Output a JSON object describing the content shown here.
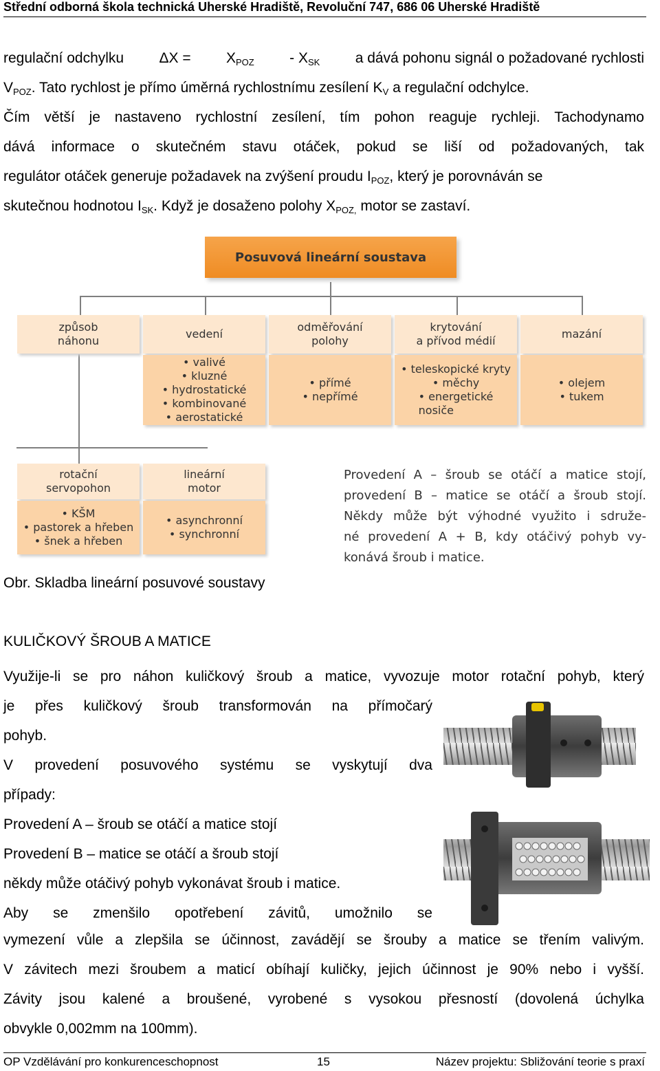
{
  "header": "Střední odborná škola technická Uherské Hradiště, Revoluční 747, 686 06 Uherské Hradiště",
  "intro": {
    "l1a": "regulační odchylku",
    "l1b": "ΔX =",
    "l1c": "X",
    "l1d": "POZ",
    "l1e": "- X",
    "l1f": "SK",
    "l1g": "a dává pohonu signál o požadované rychlosti",
    "l2a": "V",
    "l2b": "POZ",
    "l2c": ". Tato rychlost je přímo úměrná rychlostnímu zesílení K",
    "l2d": "V",
    "l2e": " a regulační odchylce.",
    "l3": "Čím větší je nastaveno rychlostní zesílení, tím pohon reaguje rychleji. Tachodynamo",
    "l4": "dává informace o skutečném stavu otáček, pokud se liší od požadovaných, tak",
    "l5a": "regulátor otáček generuje požadavek na zvýšení proudu I",
    "l5b": "POZ",
    "l5c": ", který je porovnáván se",
    "l6a": "skutečnou hodnotou I",
    "l6b": "SK",
    "l6c": ". Když je dosaženo polohy X",
    "l6d": "POZ,",
    "l6e": " motor se zastaví."
  },
  "diagram": {
    "title": "Posuvová lineární soustava",
    "cols": [
      {
        "head": "způsob\nnáhonu",
        "items": []
      },
      {
        "head": "vedení",
        "items": [
          "valivé",
          "kluzné",
          "hydrostatické",
          "kombinované",
          "aerostatické"
        ]
      },
      {
        "head": "odměřování\npolohy",
        "items": [
          "přímé",
          "nepřímé"
        ]
      },
      {
        "head": "krytování\na přívod médií",
        "items": [
          "teleskopické kryty",
          "měchy",
          "energetické\nnosiče"
        ]
      },
      {
        "head": "mazání",
        "items": [
          "olejem",
          "tukem"
        ]
      }
    ],
    "drive": [
      {
        "head": "rotační\nservopohon",
        "items": [
          "KŠM",
          "pastorek a hřeben",
          "šnek a hřeben"
        ]
      },
      {
        "head": "lineární\nmotor",
        "items": [
          "asynchronní",
          "synchronní"
        ]
      }
    ],
    "note": [
      "Provedení A – šroub se otáčí a matice stojí,",
      "provedení B – matice se otáčí a šroub stojí.",
      "Někdy může být výhodné využito i sdruže-",
      "né provedení A + B, kdy otáčivý pohyb vy-",
      "konává šroub i matice."
    ]
  },
  "caption": "Obr. Skladba lineární posuvové soustavy",
  "heading": "KULIČKOVÝ ŠROUB A MATICE",
  "body": {
    "p1": "Využije-li se pro náhon kuličkový šroub a matice, vyvozuje motor rotační pohyb, který",
    "p2": "je přes kuličkový šroub transformován na přímočarý",
    "p3": "pohyb.",
    "p4": "V provedení posuvového systému se vyskytují dva",
    "p5": "případy:",
    "p6": "Provedení A – šroub se otáčí a matice stojí",
    "p7": "Provedení B – matice se otáčí a šroub stojí",
    "p8": "někdy může otáčivý pohyb vykonávat šroub i matice.",
    "p9": "Aby se zmenšilo opotřebení závitů, umožnilo se",
    "p10": "vymezení vůle a zlepšila se účinnost, zavádějí se šrouby a matice se třením valivým.",
    "p11": "V závitech mezi šroubem a maticí obíhají kuličky, jejich účinnost je 90% nebo i vyšší.",
    "p12": "Závity jsou kalené a broušené, vyrobené s vysokou přesností (dovolená úchylka",
    "p13": "obvykle 0,002mm na 100mm)."
  },
  "footer": {
    "left": "OP Vzdělávání pro konkurenceschopnost",
    "page": "15",
    "right": "Název projektu: Sbližování teorie s praxí"
  }
}
